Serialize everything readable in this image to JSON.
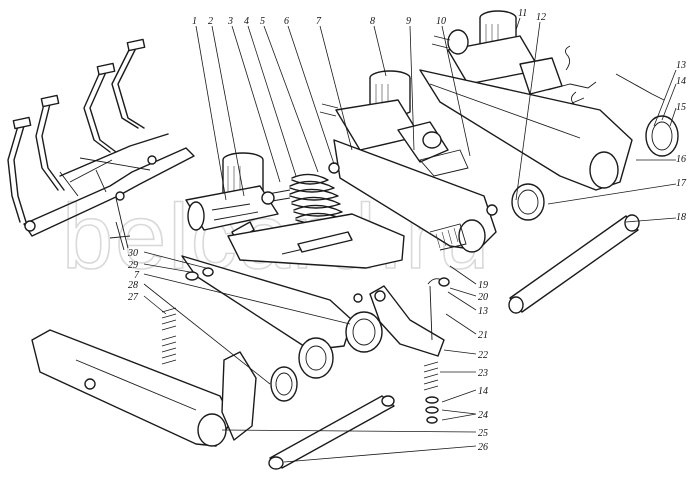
{
  "watermark": {
    "text": "belcard.ru"
  },
  "callouts": {
    "c1": "1",
    "c2": "2",
    "c3": "3",
    "c4": "4",
    "c5": "5",
    "c6": "6",
    "c7": "7",
    "c8": "8",
    "c9": "9",
    "c10": "10",
    "c11": "11",
    "c12": "12",
    "c13": "13",
    "c14": "14",
    "c15": "15",
    "c16": "16",
    "c17": "17",
    "c18": "18",
    "c19": "19",
    "c20": "20",
    "c13b": "13",
    "c21": "21",
    "c22": "22",
    "c23": "23",
    "c14b": "14",
    "c24": "24",
    "c25": "25",
    "c26": "26",
    "c27": "27",
    "c28": "28",
    "c7b": "7",
    "c29": "29",
    "c30": "30"
  },
  "colors": {
    "line": "#1b1b1b",
    "watermark": "#d9d9d9",
    "background": "#ffffff"
  }
}
